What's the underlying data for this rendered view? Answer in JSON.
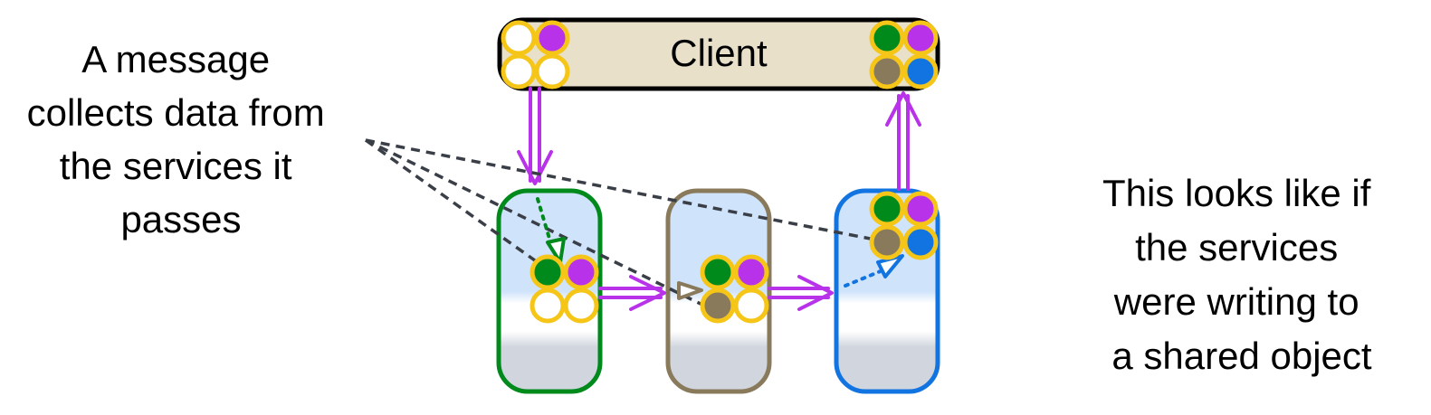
{
  "client": {
    "label": "Client"
  },
  "captions": {
    "left": [
      "A message",
      "collects data from",
      "the services it",
      "passes"
    ],
    "right": [
      "This looks like if",
      "the services",
      "were writing to",
      "a shared object"
    ]
  },
  "colors": {
    "message_border": "#f5c518",
    "empty_slot": "#ffffff",
    "green": "#008a1c",
    "purple": "#b832ea",
    "taupe": "#8a7a5c",
    "blue": "#1274e0",
    "arrow": "#b832ea",
    "dashed": "#3a3f47",
    "client_fill": "#e8e0c8",
    "service_top": "#cfe3fb",
    "service_bottom": "#d0d5de"
  },
  "services": [
    {
      "name": "green-service",
      "border": "#008a1c"
    },
    {
      "name": "taupe-service",
      "border": "#8a7a5c"
    },
    {
      "name": "blue-service",
      "border": "#1274e0"
    }
  ],
  "messages": {
    "client_out": [
      "empty",
      "purple",
      "empty",
      "empty"
    ],
    "client_in": [
      "green",
      "purple",
      "taupe",
      "blue"
    ],
    "at_green": [
      "green",
      "purple",
      "empty",
      "empty"
    ],
    "at_taupe": [
      "green",
      "purple",
      "taupe",
      "empty"
    ],
    "at_blue": [
      "green",
      "purple",
      "taupe",
      "blue"
    ]
  }
}
